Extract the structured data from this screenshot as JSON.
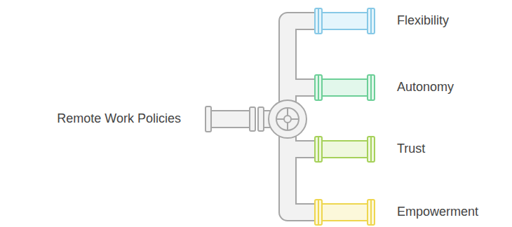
{
  "diagram": {
    "nodes": [
      {
        "text": [
          "Remote Work Policies"
        ]
      },
      {
        "text": [
          "Flexibility"
        ]
      },
      {
        "text": [
          "Autonomy"
        ]
      },
      {
        "text": [
          "Trust"
        ]
      },
      {
        "text": [
          "Empowerment"
        ]
      }
    ],
    "edges": [
      {
        "from": 0,
        "to": 1,
        "arrow": "none"
      },
      {
        "from": 0,
        "to": 2,
        "arrow": "none"
      },
      {
        "from": 0,
        "to": 3,
        "arrow": "none"
      },
      {
        "from": 0,
        "to": 4,
        "arrow": "none"
      }
    ]
  }
}
